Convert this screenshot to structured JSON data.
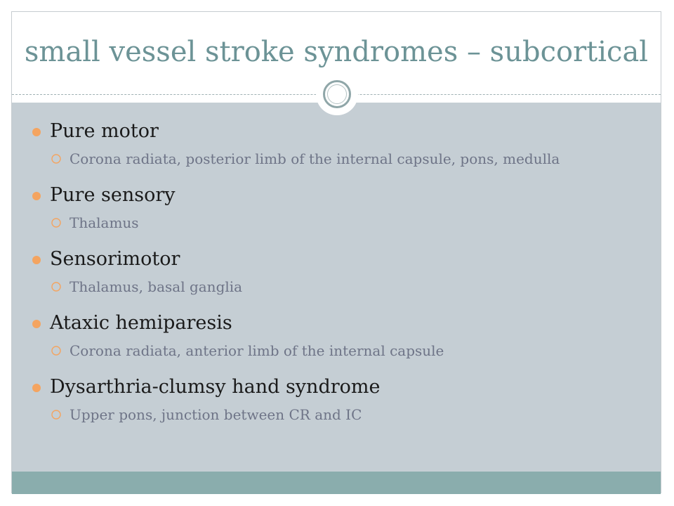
{
  "slide": {
    "title": "small vessel stroke syndromes – subcortical",
    "items": [
      {
        "label": "Pure motor",
        "sub": "Corona radiata, posterior limb of the internal capsule, pons, medulla"
      },
      {
        "label": "Pure sensory",
        "sub": "Thalamus"
      },
      {
        "label": "Sensorimotor",
        "sub": "Thalamus, basal ganglia"
      },
      {
        "label": "Ataxic hemiparesis",
        "sub": "Corona radiata, anterior limb of the internal capsule"
      },
      {
        "label": "Dysarthria-clumsy hand syndrome",
        "sub": "Upper pons, junction between CR and IC"
      }
    ]
  },
  "colors": {
    "title": "#6c9396",
    "content_band": "#c5ced4",
    "footer_band": "#8aadad",
    "bullet": "#f4a460",
    "sub_text": "#6e7487",
    "main_text": "#1a1a1a"
  },
  "icons": {
    "title_ornament": "ring-icon",
    "level1_bullet": "circle-bullet-icon",
    "level2_bullet": "ring-bullet-icon"
  }
}
